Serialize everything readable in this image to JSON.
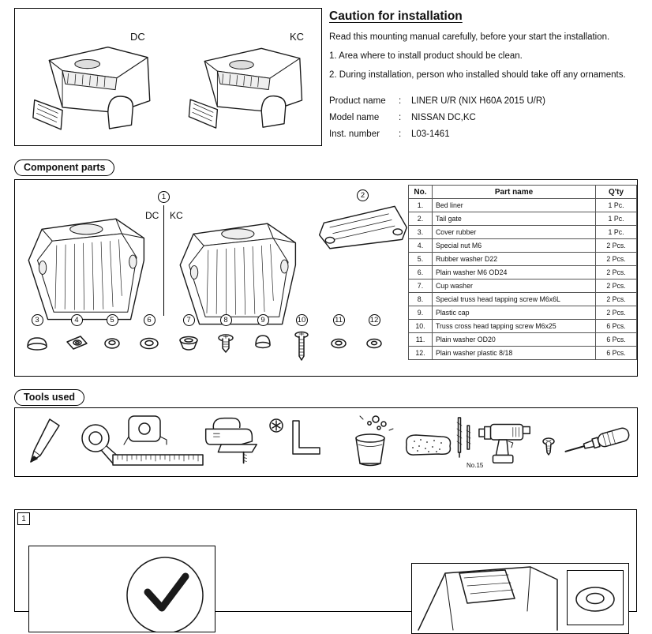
{
  "vehicle_box": {
    "trucks": [
      {
        "label": "DC"
      },
      {
        "label": "KC"
      }
    ]
  },
  "caution": {
    "title": "Caution for installation",
    "intro": "Read this mounting manual carefully, before your start the installation.",
    "items": [
      "1. Area where to install product should be clean.",
      "2. During installation, person who installed should take off any ornaments."
    ],
    "product_info": [
      {
        "label": "Product name",
        "colon": ":",
        "value": "LINER U/R (NIX H60A 2015 U/R)"
      },
      {
        "label": "Model name",
        "colon": ":",
        "value": "NISSAN DC,KC"
      },
      {
        "label": "Inst. number",
        "colon": ":",
        "value": "L03-1461"
      }
    ]
  },
  "component_parts": {
    "section_label": "Component parts",
    "diagram": {
      "callout_1": "1",
      "dc_label": "DC",
      "kc_label": "KC",
      "callout_2": "2",
      "part_callouts": [
        "3",
        "4",
        "5",
        "6",
        "7",
        "8",
        "9",
        "10",
        "11",
        "12"
      ],
      "part_icons": [
        "cover-rubber",
        "special-nut",
        "rubber-washer",
        "plain-washer",
        "cup-washer",
        "truss-screw-short",
        "plastic-cap",
        "truss-screw-long",
        "plain-washer",
        "plain-washer-plastic"
      ]
    },
    "table": {
      "headers": [
        "No.",
        "Part name",
        "Q'ty"
      ],
      "rows": [
        {
          "no": "1.",
          "name": "Bed liner",
          "qty": "1 Pc."
        },
        {
          "no": "2.",
          "name": "Tail gate",
          "qty": "1 Pc."
        },
        {
          "no": "3.",
          "name": "Cover rubber",
          "qty": "1 Pc."
        },
        {
          "no": "4.",
          "name": "Special nut M6",
          "qty": "2 Pcs."
        },
        {
          "no": "5.",
          "name": "Rubber washer D22",
          "qty": "2 Pcs."
        },
        {
          "no": "6.",
          "name": "Plain washer M6 OD24",
          "qty": "2 Pcs."
        },
        {
          "no": "7.",
          "name": "Cup washer",
          "qty": "2 Pcs."
        },
        {
          "no": "8.",
          "name": "Special truss head tapping screw M6x6L",
          "qty": "2 Pcs."
        },
        {
          "no": "9.",
          "name": "Plastic cap",
          "qty": "2 Pcs."
        },
        {
          "no": "10.",
          "name": "Truss cross head tapping screw M6x25",
          "qty": "6 Pcs."
        },
        {
          "no": "11.",
          "name": "Plain washer OD20",
          "qty": "6 Pcs."
        },
        {
          "no": "12.",
          "name": "Plain washer plastic 8/18",
          "qty": "6 Pcs."
        }
      ]
    }
  },
  "tools": {
    "section_label": "Tools used",
    "drill_note": "No.15",
    "icons": [
      "pencil",
      "masking-tape",
      "tape-measure",
      "ruler",
      "jigsaw",
      "torx-bit",
      "hex-key",
      "bucket",
      "sponge",
      "drill-bits",
      "cordless-drill",
      "screw",
      "screwdriver"
    ]
  },
  "step": {
    "number": "1"
  }
}
